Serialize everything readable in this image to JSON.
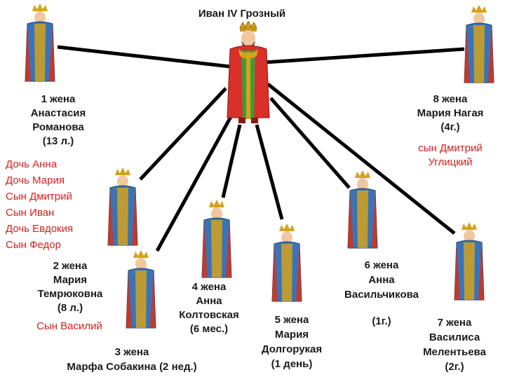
{
  "tsar": {
    "title": "Иван IV Грозный"
  },
  "colors": {
    "line": "#000000",
    "text": "#1a1a1a",
    "child": "#d6201c",
    "robe_red": "#d9302a",
    "robe_blue": "#3a74b8",
    "gold": "#d4a21c"
  },
  "wives": [
    {
      "lines": [
        "1 жена",
        "Анастасия",
        "Романова",
        "(13 л.)"
      ],
      "children": [
        "Дочь Анна",
        "Дочь Мария",
        "Сын Дмитрий",
        "Сын Иван",
        "Дочь Евдокия",
        "Сын Федор"
      ]
    },
    {
      "lines": [
        "2 жена",
        "Мария",
        "Темрюковна",
        "(8 л.)"
      ],
      "children": [
        "Сын Василий"
      ]
    },
    {
      "lines": [
        "3 жена",
        "Марфа Собакина (2 нед.)"
      ],
      "children": []
    },
    {
      "lines": [
        "4 жена",
        "Анна",
        "Колтовская",
        "(6 мес.)"
      ],
      "children": []
    },
    {
      "lines": [
        "5 жена",
        "Мария",
        "Долгорукая",
        "(1 день)"
      ],
      "children": []
    },
    {
      "lines": [
        "6 жена",
        "Анна",
        "Васильчикова",
        "",
        "(1г.)"
      ],
      "children": []
    },
    {
      "lines": [
        "7 жена",
        "Василиса",
        "Мелентьева",
        "(2г.)"
      ],
      "children": []
    },
    {
      "lines": [
        "8 жена",
        "Мария Нагая",
        "(4г.)"
      ],
      "children": [
        "сын Дмитрий",
        "Углицкий"
      ]
    }
  ]
}
